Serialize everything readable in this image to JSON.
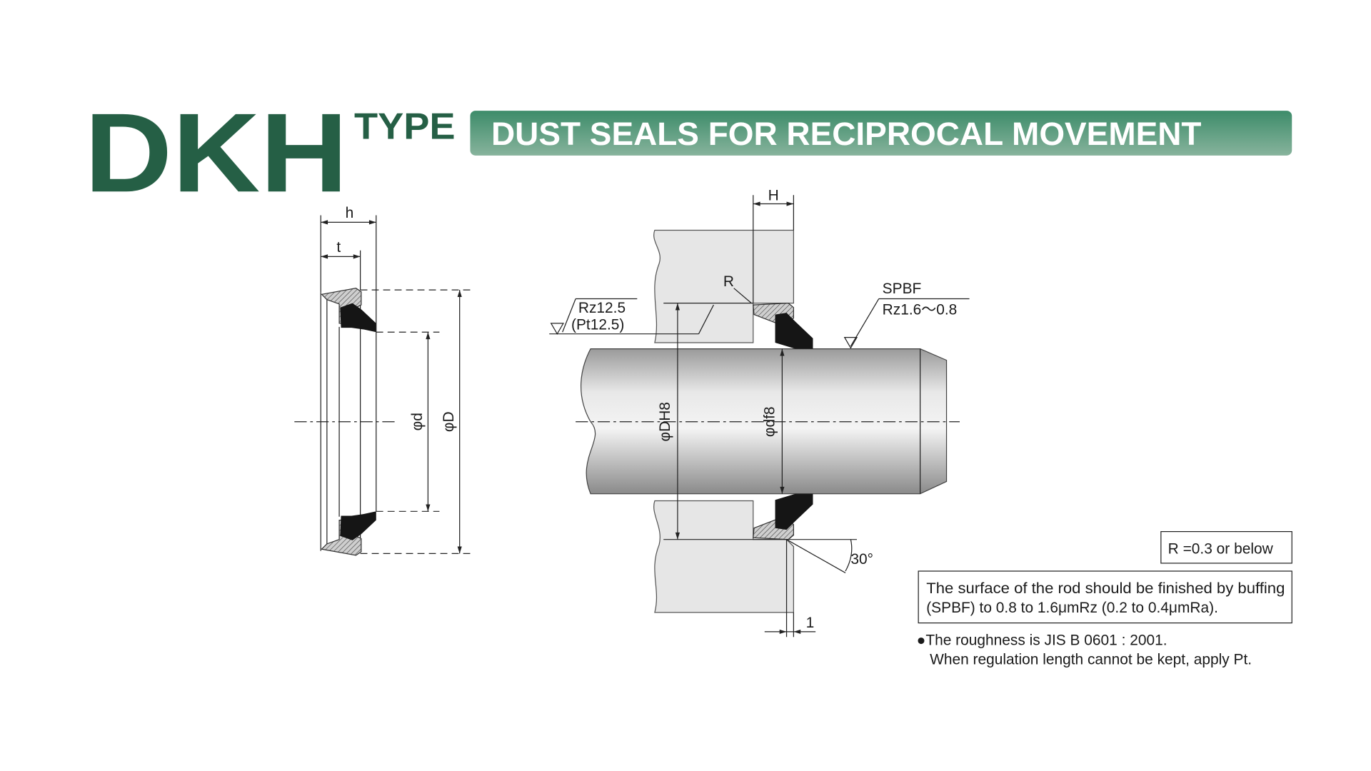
{
  "header": {
    "model": "DKH",
    "type_label": "TYPE",
    "banner_title": "DUST SEALS FOR RECIPROCAL MOVEMENT"
  },
  "seal_drawing": {
    "dim_h": "h",
    "dim_t": "t",
    "dim_d": "φd",
    "dim_D": "φD"
  },
  "install_drawing": {
    "dim_H": "H",
    "dim_R": "R",
    "dim_DH8": "φDH8",
    "dim_df8": "φdf8",
    "rough_housing_1": "Rz12.5",
    "rough_housing_2": "(Pt12.5)",
    "rough_rod_1": "SPBF",
    "rough_rod_2": "Rz1.6～0.8",
    "angle": "30°",
    "chamfer": "1"
  },
  "notes": {
    "radius_note": "R =0.3 or below",
    "surface_note_1": "The surface of the rod should be finished by buffing",
    "surface_note_2": "(SPBF) to 0.8 to 1.6μmRz (0.2 to 0.4μmRa).",
    "bullet_1": "●The roughness is JIS B 0601 : 2001.",
    "bullet_2": "When regulation length cannot be kept, apply Pt."
  },
  "colors": {
    "brand_green": "#255f45",
    "banner_top": "#3d8c6a",
    "banner_bottom": "#87b39c"
  }
}
